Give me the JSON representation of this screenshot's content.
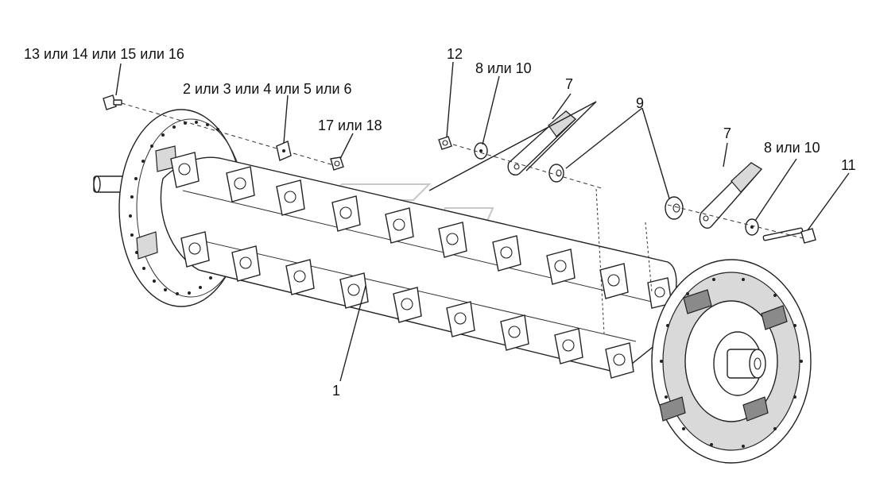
{
  "labels": {
    "l_13_16": "13 или 14 или 15 или 16",
    "l_2_6": "2 или 3 или 4 или 5 или 6",
    "l_17_18": "17 или 18",
    "l_12": "12",
    "l_8_10_a": "8 или 10",
    "l_7_a": "7",
    "l_9": "9",
    "l_7_b": "7",
    "l_8_10_b": "8 или 10",
    "l_11": "11",
    "l_1": "1"
  }
}
